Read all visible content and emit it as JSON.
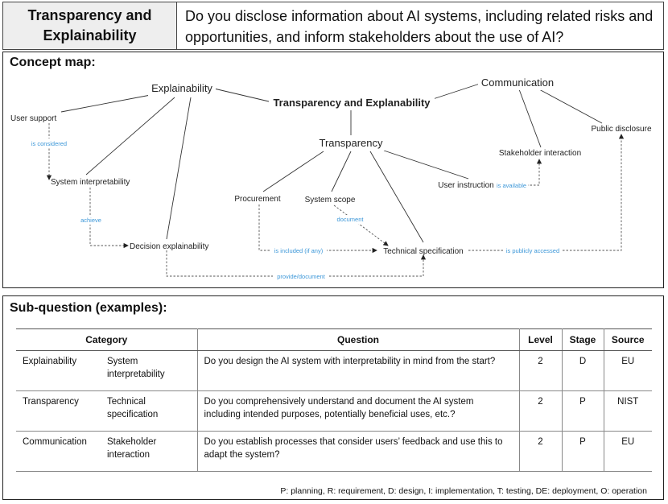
{
  "header": {
    "title": "Transparency and Explainability",
    "question": "Do you disclose information about AI systems, including related risks and opportunities, and inform stakeholders about the use of AI?"
  },
  "concept_map": {
    "title": "Concept map:",
    "nodes": {
      "center": "Transparency and Explanability",
      "explainability": "Explainability",
      "communication": "Communication",
      "transparency": "Transparency",
      "user_support": "User support",
      "system_interpretability": "System interpretability",
      "decision_explainability": "Decision explainability",
      "procurement": "Procurement",
      "system_scope": "System scope",
      "technical_specification": "Technical specification",
      "user_instruction": "User instruction",
      "stakeholder_interaction": "Stakeholder interaction",
      "public_disclosure": "Public disclosure"
    },
    "edge_labels": {
      "is_considered": "is considered",
      "achieve": "achieve",
      "document": "document",
      "is_included": "is included (if any)",
      "is_available": "is available",
      "is_publicly_accessed": "is publicly accessed",
      "provide_document": "provide/document"
    }
  },
  "subquestions": {
    "title": "Sub-question (examples):",
    "headers": {
      "category": "Category",
      "question": "Question",
      "level": "Level",
      "stage": "Stage",
      "source": "Source"
    },
    "rows": [
      {
        "category": "Explainability",
        "subcategory": "System interpretability",
        "question": "Do you design the AI system with interpretability in mind from the start?",
        "level": "2",
        "stage": "D",
        "source": "EU"
      },
      {
        "category": "Transparency",
        "subcategory": "Technical specification",
        "question": "Do you comprehensively understand and document the AI system including intended purposes, potentially beneficial uses, etc.?",
        "level": "2",
        "stage": "P",
        "source": "NIST"
      },
      {
        "category": "Communication",
        "subcategory": "Stakeholder interaction",
        "question": "Do you establish processes that consider users’ feedback and use this to adapt the system?",
        "level": "2",
        "stage": "P",
        "source": "EU"
      }
    ],
    "footnote": "P: planning, R: requirement, D: design, I: implementation, T: testing, DE: deployment, O: operation"
  }
}
